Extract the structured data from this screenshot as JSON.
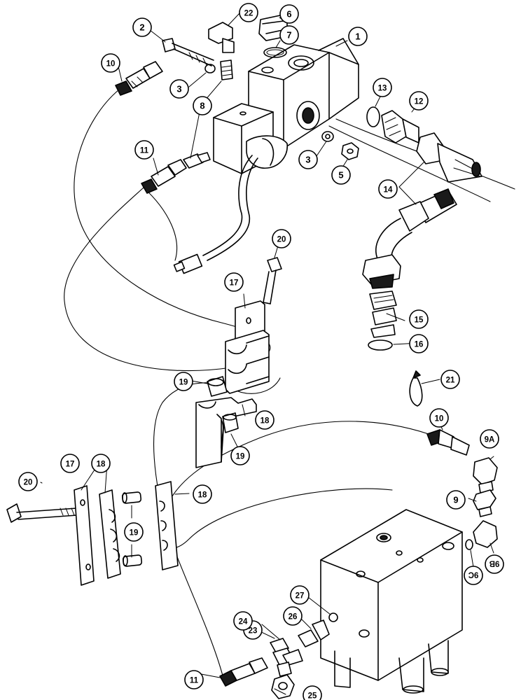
{
  "colors": {
    "line": "#000000",
    "paper": "#ffffff",
    "shade": "#1a1a1a"
  },
  "callouts": [
    {
      "id": "c1",
      "label": "1"
    },
    {
      "id": "c2",
      "label": "2"
    },
    {
      "id": "c3a",
      "label": "3"
    },
    {
      "id": "c3b",
      "label": "3"
    },
    {
      "id": "c5",
      "label": "5"
    },
    {
      "id": "c6",
      "label": "6"
    },
    {
      "id": "c7",
      "label": "7"
    },
    {
      "id": "c8",
      "label": "8"
    },
    {
      "id": "c9",
      "label": "9"
    },
    {
      "id": "c9a",
      "label": "9A"
    },
    {
      "id": "c9b",
      "label": "9B"
    },
    {
      "id": "c9c",
      "label": "9C"
    },
    {
      "id": "c10a",
      "label": "10"
    },
    {
      "id": "c10b",
      "label": "10"
    },
    {
      "id": "c11a",
      "label": "11"
    },
    {
      "id": "c11b",
      "label": "11"
    },
    {
      "id": "c12",
      "label": "12"
    },
    {
      "id": "c13",
      "label": "13"
    },
    {
      "id": "c14",
      "label": "14"
    },
    {
      "id": "c15",
      "label": "15"
    },
    {
      "id": "c16",
      "label": "16"
    },
    {
      "id": "c17a",
      "label": "17"
    },
    {
      "id": "c17b",
      "label": "17"
    },
    {
      "id": "c18a",
      "label": "18"
    },
    {
      "id": "c18b",
      "label": "18"
    },
    {
      "id": "c18c",
      "label": "18"
    },
    {
      "id": "c19a",
      "label": "19"
    },
    {
      "id": "c19b",
      "label": "19"
    },
    {
      "id": "c19c",
      "label": "19"
    },
    {
      "id": "c20a",
      "label": "20"
    },
    {
      "id": "c20b",
      "label": "20"
    },
    {
      "id": "c21",
      "label": "21"
    },
    {
      "id": "c22",
      "label": "22"
    },
    {
      "id": "c23",
      "label": "23"
    },
    {
      "id": "c24",
      "label": "24"
    },
    {
      "id": "c25",
      "label": "25"
    },
    {
      "id": "c26",
      "label": "26"
    },
    {
      "id": "c27",
      "label": "27"
    }
  ]
}
